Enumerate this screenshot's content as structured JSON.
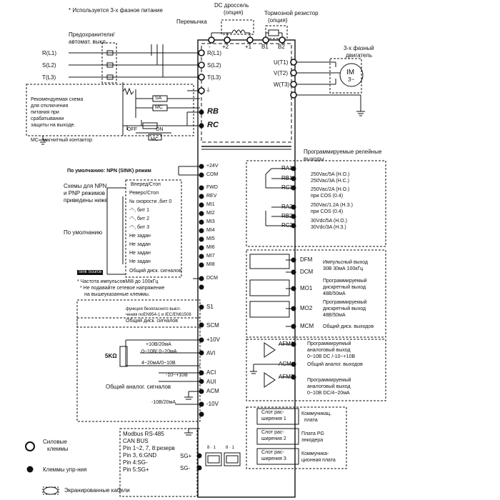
{
  "notes": {
    "three_phase": "* Используется 3-х фазное питание",
    "dc_choke": "DC дроссель",
    "dc_choke_opt": "(опция)",
    "brake_res": "Тормозной резистор",
    "brake_res_opt": "(опция)",
    "jumper": "Перемычка",
    "fuses_1": "Предохранители/",
    "fuses_2": "автомат. выкл.",
    "rec_1": "Рекомендуемая схема",
    "rec_2": "для отключения",
    "rec_3": "питания при",
    "rec_4": "срабатывании",
    "rec_5": "защиты на выходе.",
    "mc_note": "МС - магнитный контактор",
    "motor_1": "3-х фазный",
    "motor_2": "двигатель",
    "motor_symbol_1": "IM",
    "motor_symbol_2": "3~",
    "default_npn": "По умолчанию: NPN (SINK) режим",
    "npn_pnp_1": "Схемы для NPN",
    "npn_pnp_2": "и PNP режимов",
    "npn_pnp_3": "приведены ниже",
    "default": "По умолчанию",
    "pulse_note": "* Частота импульсовMI8 до 100кГц",
    "no_mains_1": "* Не подавайте сетевое напряжение",
    "no_mains_2": "на вышеуказанные клеммы.",
    "relay_title_1": "Программируемые релейные",
    "relay_title_2": "выходы",
    "safety_1": "функция безопасного выкл-",
    "safety_2": "чения поEN954-1 и IEC/EN61508",
    "safety_3": "Общий диск. сигналов",
    "common_dig": "Общий диск. сигналов",
    "common_analog": "Общий аналог. сигналов",
    "rs485": "Modbus RS-485",
    "canbus": "CAN BUS",
    "pin1": "Pin 1~2, 7, 8:резерв",
    "pin2": "Pin 3, 6:GND",
    "pin3": "Pin 4:SG-",
    "pin4": "Pin 5:SG+",
    "legend_power_1": "Силовые",
    "legend_power_2": "клеммы",
    "legend_ctrl": "Клеммы упр-ния",
    "legend_shield": "Экранированные кабели",
    "pot": "5KΩ",
    "logo": "Sink Source"
  },
  "power_top_terminals": [
    "-",
    "+2",
    "+1",
    "B1",
    "B2"
  ],
  "power_in": [
    "R(L1)",
    "S(L2)",
    "T(L3)"
  ],
  "power_in_left": [
    "R(L1)",
    "S(L2)",
    "T(L3)"
  ],
  "power_out": [
    "U(T1)",
    "V(T2)",
    "W(T3)"
  ],
  "rb_rc": [
    "RB",
    "RC"
  ],
  "contact": {
    "sa": "SA",
    "mc1": "MC",
    "off": "OFF",
    "on": "ON",
    "mc2": "MC"
  },
  "digital": {
    "p24": "+24V",
    "com": "COM",
    "terminals": [
      "FWD",
      "REV",
      "MI1",
      "MI2",
      "MI3",
      "MI4",
      "MI5",
      "MI6",
      "MI7",
      "MI8",
      "DCM"
    ],
    "labels": [
      "Вперед/Стоп",
      "Реверс/Стоп",
      "№ скорости ,бит 0",
      "-\"-, бит 1",
      "-\"-, бит 2",
      "-\"-, бит 3",
      "Не задан",
      "Не задан",
      "Не задан",
      "Не задан"
    ]
  },
  "safety": [
    "S1",
    "SCM"
  ],
  "analog": {
    "terminals": [
      "+10V",
      "AVI",
      "ACI",
      "AUI",
      "ACM",
      "-10V"
    ],
    "ranges": [
      "+10В/20мА",
      "0~10В/ 0~20мА",
      "4~20мА/0~10В",
      "-10~+10В",
      "-10В/20мА"
    ]
  },
  "comm": [
    "SG+",
    "SG-"
  ],
  "rj45": [
    "8 · 1",
    "8 · 1"
  ],
  "relays": {
    "terminals": [
      "RA1",
      "RB1",
      "RC1",
      "RA2",
      "RB2",
      "RC2"
    ],
    "specs": [
      "250Vac/5A (Н.О.)",
      "250Vac/3A (Н.С.)",
      "250Vac/2A (Н.О.)",
      "при COS (0.4)",
      "250Vac/1.2A (Н.З.)",
      "при COS (0.4)",
      "30Vdc/5A (Н.О.)",
      "30Vdc/3A (Н.З.)"
    ]
  },
  "outputs": {
    "dfm": "DFM",
    "dcm": "DCM",
    "mo1": "MO1",
    "mo2": "MO2",
    "mcm": "MCM",
    "dfm_desc_1": "Импульсный выход",
    "dfm_desc_2": "30В 30мА 100кГц",
    "mo1_desc_1": "Программируемый",
    "mo1_desc_2": "дискретный выход",
    "mo1_desc_3": "48В/50мА",
    "mo2_desc_1": "Программируемый",
    "mo2_desc_2": "дискретный выход",
    "mo2_desc_3": "48В/50мА",
    "mcm_desc": "Общий диск. выходов"
  },
  "analog_out": {
    "afm1": "AFM1",
    "acm": "ACM",
    "afm2": "AFM2",
    "afm1_desc_1": "Программируемый",
    "afm1_desc_2": "аналоговый выход",
    "afm1_desc_3": "0~10В DC /-10~+10В",
    "acm_desc": "Общий аналог. выходов",
    "afm2_desc_1": "Программируемый",
    "afm2_desc_2": "аналоговый выход",
    "afm2_desc_3": "0~10В DC/4~20мА"
  },
  "slots": {
    "s1_1": "Слот рас-",
    "s1_2": "ширения 1",
    "s2_1": "Слот рас-",
    "s2_2": "ширения 2",
    "s3_1": "Слот рас-",
    "s3_2": "ширения 3",
    "d1_1": "Коммуникац.",
    "d1_2": "плата",
    "d2_1": "Плата PG",
    "d2_2": "энкодера",
    "d3_1": "Коммуника-",
    "d3_2": "ционная плата"
  }
}
